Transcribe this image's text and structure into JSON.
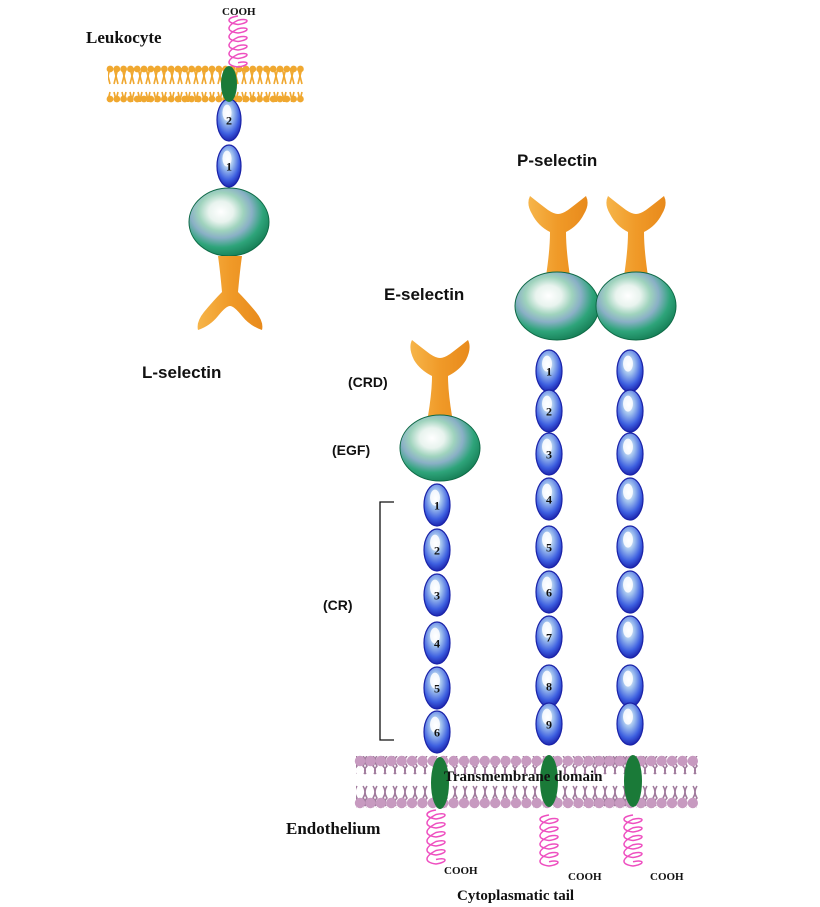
{
  "labels": {
    "leukocyte": "Leukocyte",
    "l_selectin": "L-selectin",
    "p_selectin": "P-selectin",
    "e_selectin": "E-selectin",
    "crd": "(CRD)",
    "egf": "(EGF)",
    "cr": "(CR)",
    "endothelium": "Endothelium",
    "transmembrane": "Transmembrane domain",
    "cytoplasmatic": "Cytoplasmatic tail",
    "cooh": "COOH"
  },
  "l_selectin_repeats": [
    "2",
    "1"
  ],
  "e_selectin_repeats": [
    "1",
    "2",
    "3",
    "4",
    "5",
    "6"
  ],
  "p_selectin_repeats": [
    "1",
    "2",
    "3",
    "4",
    "5",
    "6",
    "7",
    "8",
    "9"
  ],
  "colors": {
    "membrane": "#f0a830",
    "endothelial_membrane": "#c79ac0",
    "crd": "#f0a030",
    "egf": "#1f9a6a",
    "cr": "#2a38c8",
    "transmembrane": "#1a7a38",
    "tail": "#ee4fc0"
  }
}
